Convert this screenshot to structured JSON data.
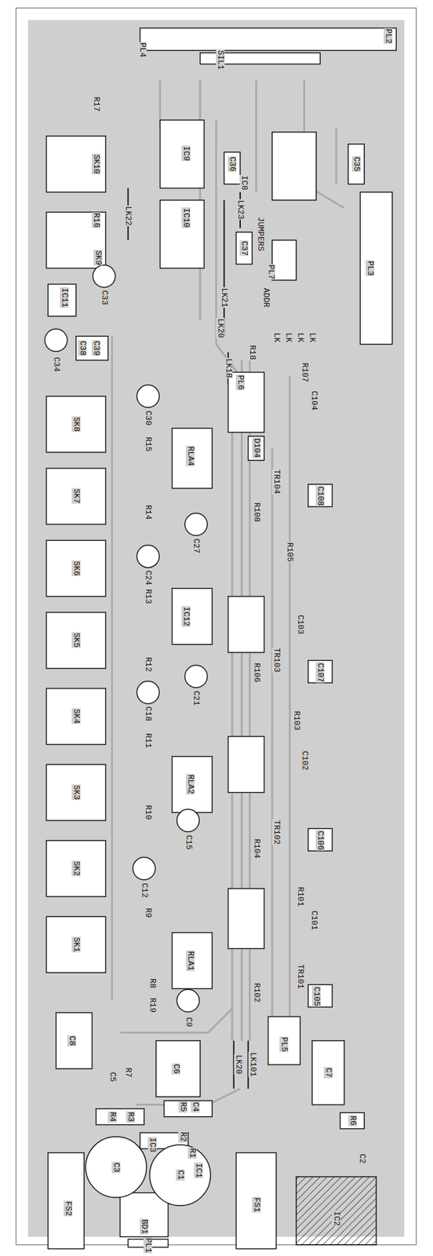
{
  "diagram": {
    "labels": [
      "PL2",
      "PL4",
      "SIL1",
      "R17",
      "SK10",
      "IC9",
      "C36",
      "IC8",
      "C35",
      "R16",
      "SK9",
      "LK22",
      "IC10",
      "LK23",
      "JUMPERS",
      "C37",
      "C33",
      "PL7",
      "IC11",
      "PL3",
      "LK21",
      "ADDR",
      "LK",
      "LK",
      "LK",
      "LK",
      "LK20",
      "C34",
      "C38",
      "C39",
      "R18",
      "LK18",
      "PL6",
      "R107",
      "C104",
      "SK8",
      "C30",
      "R15",
      "RLA4",
      "D104",
      "TR104",
      "R108",
      "C108",
      "SK7",
      "R14",
      "C27",
      "R105",
      "SK6",
      "C24",
      "R13",
      "IC12",
      "C103",
      "TR103",
      "R106",
      "C107",
      "SK5",
      "R12",
      "C21",
      "R103",
      "SK4",
      "C18",
      "C102",
      "R11",
      "RLA2",
      "TR102",
      "R104",
      "C106",
      "SK3",
      "R10",
      "C15",
      "R101",
      "C101",
      "SK2",
      "C12",
      "R9",
      "RLA1",
      "TR101",
      "R102",
      "C105",
      "SK1",
      "R8",
      "R19",
      "C9",
      "PL5",
      "C8",
      "C5",
      "R7",
      "C6",
      "LK20",
      "LK101",
      "C7",
      "R6",
      "C2",
      "R4",
      "R3",
      "R5",
      "C4",
      "R2",
      "R1",
      "IC3",
      "IC1",
      "C3",
      "C1",
      "FS2",
      "BD1",
      "PL1",
      "FS1",
      "IC2"
    ]
  }
}
